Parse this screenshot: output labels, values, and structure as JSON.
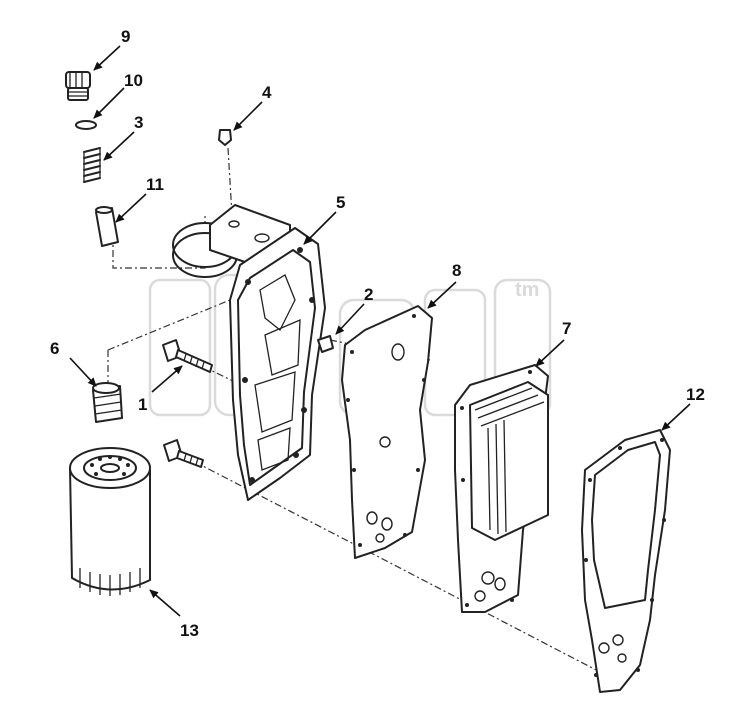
{
  "diagram": {
    "watermark": "tm",
    "callouts": [
      "1",
      "2",
      "3",
      "4",
      "5",
      "6",
      "7",
      "8",
      "9",
      "10",
      "11",
      "12",
      "13"
    ]
  }
}
